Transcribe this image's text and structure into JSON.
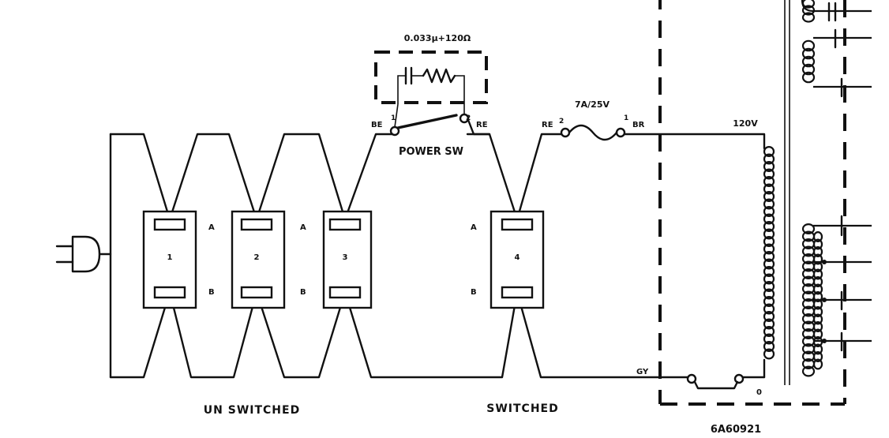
{
  "colors": {
    "ink": "#111111",
    "paper": "#ffffff"
  },
  "labels": {
    "rc_network": "0.033µ+120Ω",
    "power_switch": "POWER SW",
    "switch_left_wire": "BE",
    "switch_right_wire": "RE",
    "switch_right_wire_2": "RE",
    "switch_pin_left": "1",
    "switch_pin_right": "2",
    "fuse_rating": "7A/25V",
    "fuse_left_wire": "RE",
    "fuse_pin_left": "2",
    "fuse_pin_right": "1",
    "fuse_right_wire": "BR",
    "primary_voltage": "120V",
    "return_wire": "GY",
    "primary_bottom_pin": "0",
    "unswitched_group": "UN SWITCHED",
    "switched_group": "SWITCHED",
    "transformer_part": "6A60921"
  },
  "outlets": [
    {
      "number": "1",
      "side_a": "A",
      "side_b": "B"
    },
    {
      "number": "2",
      "side_a": "A",
      "side_b": "B"
    },
    {
      "number": "3",
      "side_a": "",
      "side_b": ""
    },
    {
      "number": "4",
      "side_a": "A",
      "side_b": "B"
    }
  ]
}
